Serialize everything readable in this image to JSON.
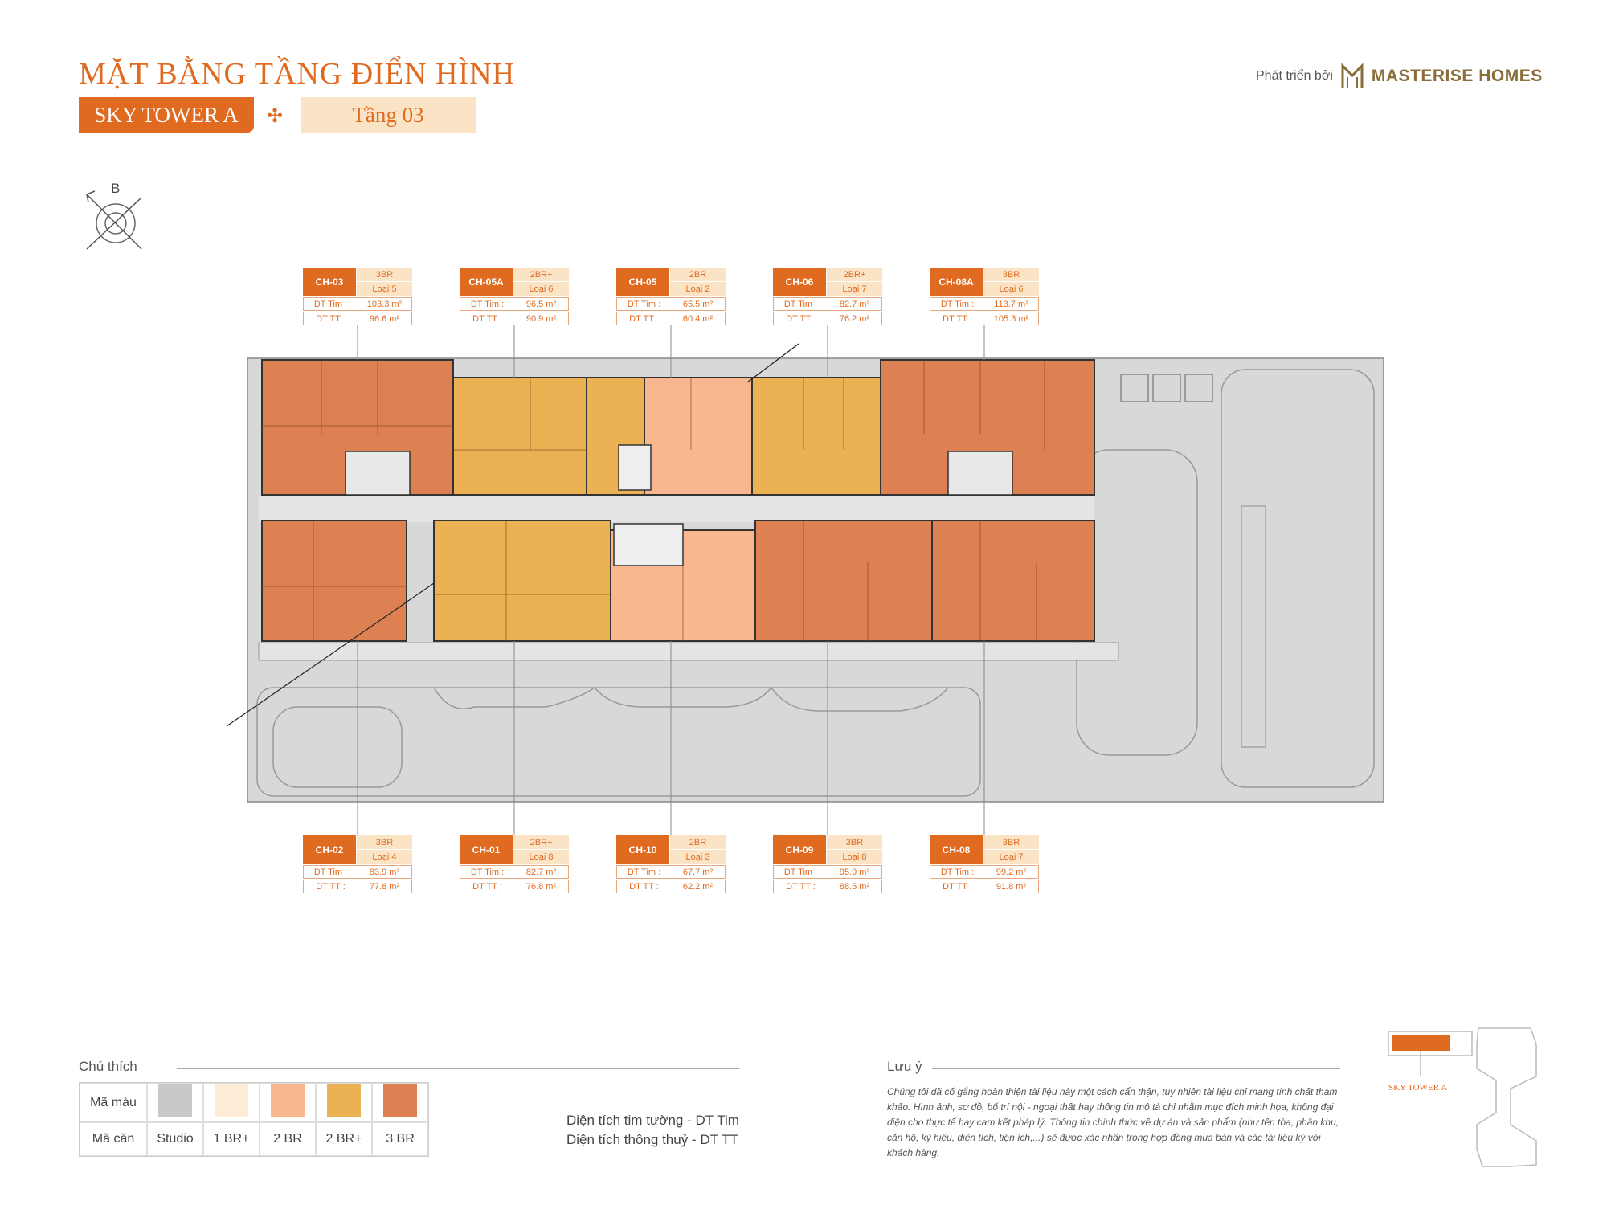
{
  "header": {
    "title": "MẶT BẰNG TẦNG ĐIỂN HÌNH",
    "tower": "SKY TOWER A",
    "floor": "Tầng 03",
    "developer_prefix": "Phát triển bởi",
    "developer_name": "MASTERISE HOMES"
  },
  "compass": {
    "label": "B"
  },
  "units_top": [
    {
      "code": "CH-03",
      "br": "3BR",
      "type": "Loại 5",
      "dt_tim": "103.3 m²",
      "dt_tt": "96.6 m²"
    },
    {
      "code": "CH-05A",
      "br": "2BR+",
      "type": "Loại 6",
      "dt_tim": "96.5 m²",
      "dt_tt": "90.9 m²"
    },
    {
      "code": "CH-05",
      "br": "2BR",
      "type": "Loại 2",
      "dt_tim": "65.5 m²",
      "dt_tt": "60.4 m²"
    },
    {
      "code": "CH-06",
      "br": "2BR+",
      "type": "Loại 7",
      "dt_tim": "82.7 m²",
      "dt_tt": "76.2 m²"
    },
    {
      "code": "CH-08A",
      "br": "3BR",
      "type": "Loại 6",
      "dt_tim": "113.7 m²",
      "dt_tt": "105.3 m²"
    }
  ],
  "units_bottom": [
    {
      "code": "CH-02",
      "br": "3BR",
      "type": "Loại 4",
      "dt_tim": "83.9 m²",
      "dt_tt": "77.8 m²"
    },
    {
      "code": "CH-01",
      "br": "2BR+",
      "type": "Loại 8",
      "dt_tim": "82.7 m²",
      "dt_tt": "76.8 m²"
    },
    {
      "code": "CH-10",
      "br": "2BR",
      "type": "Loại 3",
      "dt_tim": "67.7 m²",
      "dt_tt": "62.2 m²"
    },
    {
      "code": "CH-09",
      "br": "3BR",
      "type": "Loại 8",
      "dt_tim": "95.9 m²",
      "dt_tt": "88.5 m²"
    },
    {
      "code": "CH-08",
      "br": "3BR",
      "type": "Loại 7",
      "dt_tim": "99.2 m²",
      "dt_tt": "91.8 m²"
    }
  ],
  "labels": {
    "dt_tim": "DT Tim :",
    "dt_tt": "DT TT :"
  },
  "legend": {
    "title": "Chú thích",
    "row1_label": "Mã màu",
    "row2_label": "Mã căn",
    "items": [
      {
        "name": "Studio",
        "color": "#c9c9c9"
      },
      {
        "name": "1 BR+",
        "color": "#fdebd6"
      },
      {
        "name": "2 BR",
        "color": "#f8b78e"
      },
      {
        "name": "2 BR+",
        "color": "#ecb152"
      },
      {
        "name": "3 BR",
        "color": "#dd8152"
      }
    ],
    "area_line1": "Diện tích tim tường - DT Tim",
    "area_line2": "Diện tích thông thuỷ - DT TT"
  },
  "notes": {
    "title": "Lưu ý",
    "text": "Chúng tôi đã cố gắng hoàn thiện tài liệu này một cách cẩn thận, tuy nhiên tài liệu chỉ mang tính chất tham khảo. Hình ảnh, sơ đồ, bố trí nội - ngoại thất hay thông tin mô tả chỉ nhằm mục đích minh họa, không đại diện cho thực tế hay cam kết pháp lý. Thông tin chính thức về dự án và sản phẩm (như tên tòa, phân khu, căn hộ, ký hiệu, diện tích, tiện ích,...) sẽ được xác nhận trong hợp đồng mua bán và các tài liệu ký với khách hàng."
  },
  "key_plan": {
    "label": "SKY TOWER A"
  }
}
